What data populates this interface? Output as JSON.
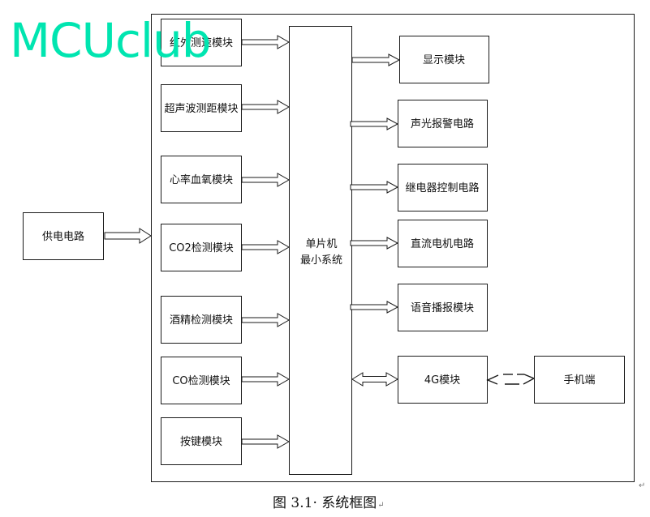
{
  "watermark": {
    "text": "MCUclub",
    "color": "#00e5b0"
  },
  "power": {
    "label": "供电电路"
  },
  "mcu": {
    "line1": "单片机",
    "line2": "最小系统"
  },
  "inputs": [
    {
      "label": "红外测速模块"
    },
    {
      "label": "超声波测距模块"
    },
    {
      "label": "心率血氧模块"
    },
    {
      "label": "CO2检测模块"
    },
    {
      "label": "酒精检测模块"
    },
    {
      "label": "CO检测模块"
    },
    {
      "label": "按键模块"
    }
  ],
  "outputs": [
    {
      "label": "显示模块"
    },
    {
      "label": "声光报警电路"
    },
    {
      "label": "继电器控制电路"
    },
    {
      "label": "直流电机电路"
    },
    {
      "label": "语音播报模块"
    },
    {
      "label": "4G模块"
    }
  ],
  "phone": {
    "label": "手机端"
  },
  "caption": {
    "text": "图 3.1· 系统框图",
    "mark": "↵"
  },
  "page_mark": "↵",
  "colors": {
    "stroke": "#1a1a1a",
    "text": "#111111"
  }
}
